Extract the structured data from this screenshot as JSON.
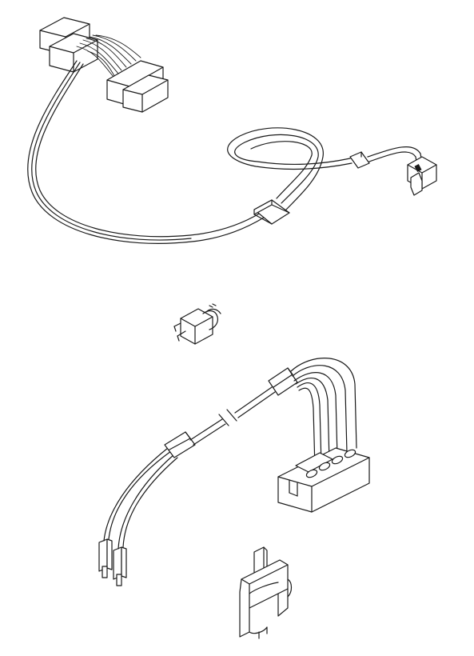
{
  "drawing": {
    "background": "#ffffff",
    "line_color": "#1a1a1a",
    "parts": [
      {
        "id": "harness-multi-connector",
        "icon": "wire-harness-icon"
      },
      {
        "id": "small-2pin-connector",
        "icon": "plug-icon"
      },
      {
        "id": "terminal-block-cable",
        "icon": "cable-icon"
      },
      {
        "id": "mounting-clip",
        "icon": "clip-icon"
      }
    ]
  }
}
